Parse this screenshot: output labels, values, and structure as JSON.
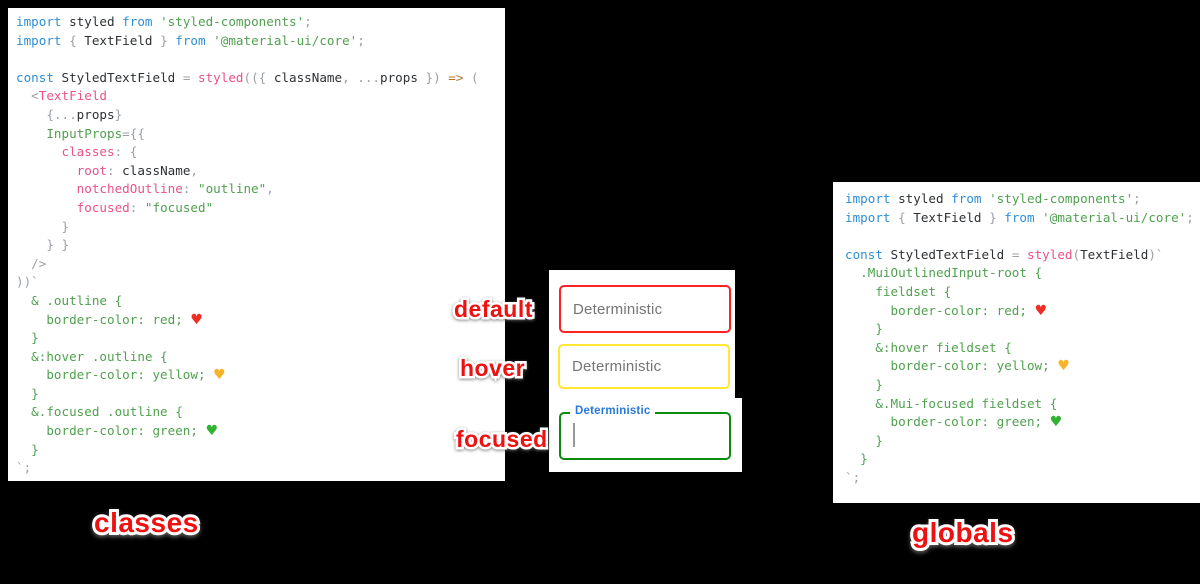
{
  "colors": {
    "background": "#000000",
    "panel_bg": "#ffffff",
    "keyword": "#2e8fd5",
    "string_css": "#50a14f",
    "pink": "#e8538a",
    "punctuation": "#9aa0a6",
    "arrow": "#b8742e",
    "label_red": "#ee1111",
    "field_text_gray": "#757575"
  },
  "panels": {
    "classes": {
      "caption": "classes",
      "lines": [
        [
          [
            "k",
            "import"
          ],
          [
            "d",
            " styled "
          ],
          [
            "k",
            "from"
          ],
          [
            "s",
            " 'styled-components'"
          ],
          [
            "p",
            ";"
          ]
        ],
        [
          [
            "k",
            "import"
          ],
          [
            "p",
            " { "
          ],
          [
            "d",
            "TextField"
          ],
          [
            "p",
            " } "
          ],
          [
            "k",
            "from"
          ],
          [
            "s",
            " '@material-ui/core'"
          ],
          [
            "p",
            ";"
          ]
        ],
        [],
        [
          [
            "k",
            "const"
          ],
          [
            "d",
            " StyledTextField "
          ],
          [
            "p",
            "= "
          ],
          [
            "f",
            "styled"
          ],
          [
            "p",
            "(({ "
          ],
          [
            "d",
            "className"
          ],
          [
            "p",
            ", ..."
          ],
          [
            "d",
            "props"
          ],
          [
            "p",
            " }) "
          ],
          [
            "a",
            "=>"
          ],
          [
            "p",
            " ("
          ]
        ],
        [
          [
            "p",
            "  <"
          ],
          [
            "f",
            "TextField"
          ]
        ],
        [
          [
            "p",
            "    {..."
          ],
          [
            "d",
            "props"
          ],
          [
            "p",
            "}"
          ]
        ],
        [
          [
            "s",
            "    InputProps"
          ],
          [
            "p",
            "={{"
          ]
        ],
        [
          [
            "f",
            "      classes"
          ],
          [
            "p",
            ": {"
          ]
        ],
        [
          [
            "f",
            "        root"
          ],
          [
            "p",
            ": "
          ],
          [
            "d",
            "className"
          ],
          [
            "p",
            ","
          ]
        ],
        [
          [
            "f",
            "        notchedOutline"
          ],
          [
            "p",
            ": "
          ],
          [
            "s",
            "\"outline\""
          ],
          [
            "p",
            ","
          ]
        ],
        [
          [
            "f",
            "        focused"
          ],
          [
            "p",
            ": "
          ],
          [
            "s",
            "\"focused\""
          ]
        ],
        [
          [
            "p",
            "      }"
          ]
        ],
        [
          [
            "p",
            "    } }"
          ]
        ],
        [
          [
            "p",
            "  />"
          ]
        ],
        [
          [
            "p",
            "))`"
          ]
        ],
        [
          [
            "s",
            "  & .outline {"
          ]
        ],
        [
          [
            "s",
            "    border-color: red; "
          ],
          [
            "hr",
            "♥"
          ]
        ],
        [
          [
            "s",
            "  }"
          ]
        ],
        [
          [
            "s",
            "  &:hover .outline {"
          ]
        ],
        [
          [
            "s",
            "    border-color: yellow; "
          ],
          [
            "hy",
            "♥"
          ]
        ],
        [
          [
            "s",
            "  }"
          ]
        ],
        [
          [
            "s",
            "  &.focused .outline {"
          ]
        ],
        [
          [
            "s",
            "    border-color: green; "
          ],
          [
            "hg",
            "♥"
          ]
        ],
        [
          [
            "s",
            "  }"
          ]
        ],
        [
          [
            "p",
            "`;"
          ]
        ]
      ]
    },
    "globals": {
      "caption": "globals",
      "lines": [
        [
          [
            "k",
            "import"
          ],
          [
            "d",
            " styled "
          ],
          [
            "k",
            "from"
          ],
          [
            "s",
            " 'styled-components'"
          ],
          [
            "p",
            ";"
          ]
        ],
        [
          [
            "k",
            "import"
          ],
          [
            "p",
            " { "
          ],
          [
            "d",
            "TextField"
          ],
          [
            "p",
            " } "
          ],
          [
            "k",
            "from"
          ],
          [
            "s",
            " '@material-ui/core'"
          ],
          [
            "p",
            ";"
          ]
        ],
        [],
        [
          [
            "k",
            "const"
          ],
          [
            "d",
            " StyledTextField "
          ],
          [
            "p",
            "= "
          ],
          [
            "f",
            "styled"
          ],
          [
            "p",
            "("
          ],
          [
            "d",
            "TextField"
          ],
          [
            "p",
            ")`"
          ]
        ],
        [
          [
            "s",
            "  .MuiOutlinedInput-root {"
          ]
        ],
        [
          [
            "s",
            "    fieldset {"
          ]
        ],
        [
          [
            "s",
            "      border-color: red; "
          ],
          [
            "hr",
            "♥"
          ]
        ],
        [
          [
            "s",
            "    }"
          ]
        ],
        [
          [
            "s",
            "    &:hover fieldset {"
          ]
        ],
        [
          [
            "s",
            "      border-color: yellow; "
          ],
          [
            "hy",
            "♥"
          ]
        ],
        [
          [
            "s",
            "    }"
          ]
        ],
        [
          [
            "s",
            "    &.Mui-focused fieldset {"
          ]
        ],
        [
          [
            "s",
            "      border-color: green; "
          ],
          [
            "hg",
            "♥"
          ]
        ],
        [
          [
            "s",
            "    }"
          ]
        ],
        [
          [
            "s",
            "  }"
          ]
        ],
        [
          [
            "p",
            "`;"
          ]
        ]
      ]
    }
  },
  "states": [
    {
      "label": "default",
      "field_text": "Deterministic",
      "border_color": "#ff2222"
    },
    {
      "label": "hover",
      "field_text": "Deterministic",
      "border_color": "#ffe733"
    },
    {
      "label": "focused",
      "field_text": "Deterministic",
      "border_color": "#0e8a0e",
      "label_color": "#2878d8"
    }
  ]
}
